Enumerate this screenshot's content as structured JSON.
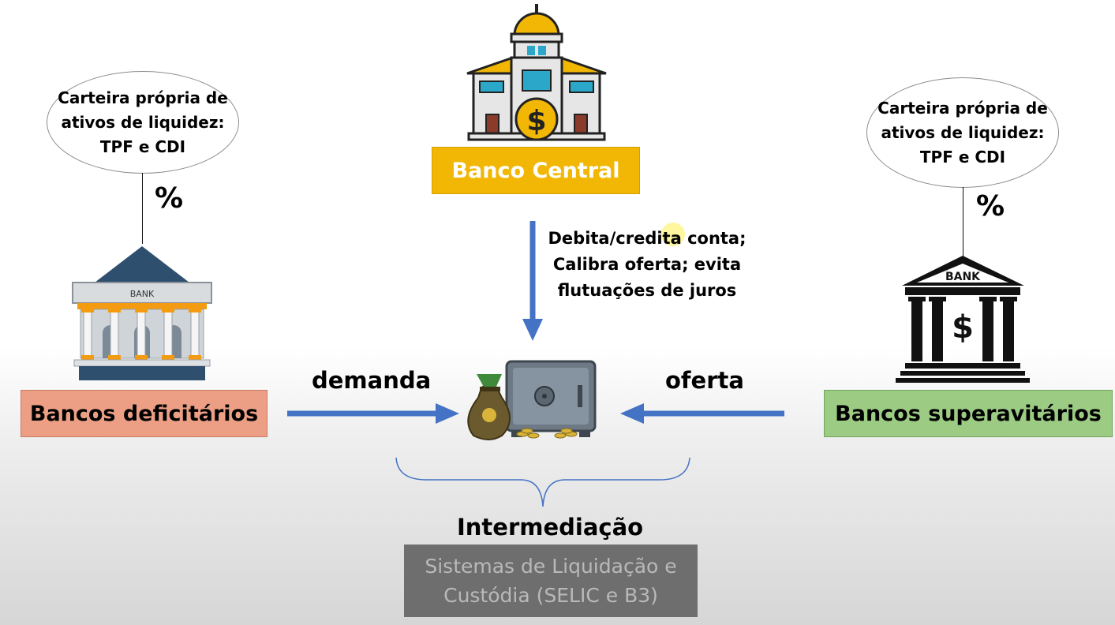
{
  "left_ellipse": {
    "lines": [
      "Carteira própria de",
      "ativos de liquidez:",
      "TPF e CDI"
    ]
  },
  "right_ellipse": {
    "lines": [
      "Carteira própria de",
      "ativos de liquidez:",
      "TPF e CDI"
    ]
  },
  "left_percent": "%",
  "right_percent": "%",
  "left_bank_sign": "BANK",
  "right_bank_sign": "BANK",
  "right_bank_symbol": "$",
  "central_bank_symbol": "$",
  "central_bank_label": "Banco Central",
  "central_description": [
    "Debita/credita conta;",
    "Calibra oferta; evita",
    "flutuações de juros"
  ],
  "left_box_label": "Bancos deficitários",
  "right_box_label": "Bancos superavitários",
  "demand_label": "demanda",
  "supply_label": "oferta",
  "intermediation_label": "Intermediação",
  "settlement_box": [
    "Sistemas de Liquidação e",
    "Custódia (SELIC e B3)"
  ],
  "colors": {
    "central_bank_box": "#f2b705",
    "left_box": "#ec9f85",
    "right_box": "#9ccb84",
    "arrow": "#4472c4",
    "settlement_box": "#6e6e6e"
  }
}
